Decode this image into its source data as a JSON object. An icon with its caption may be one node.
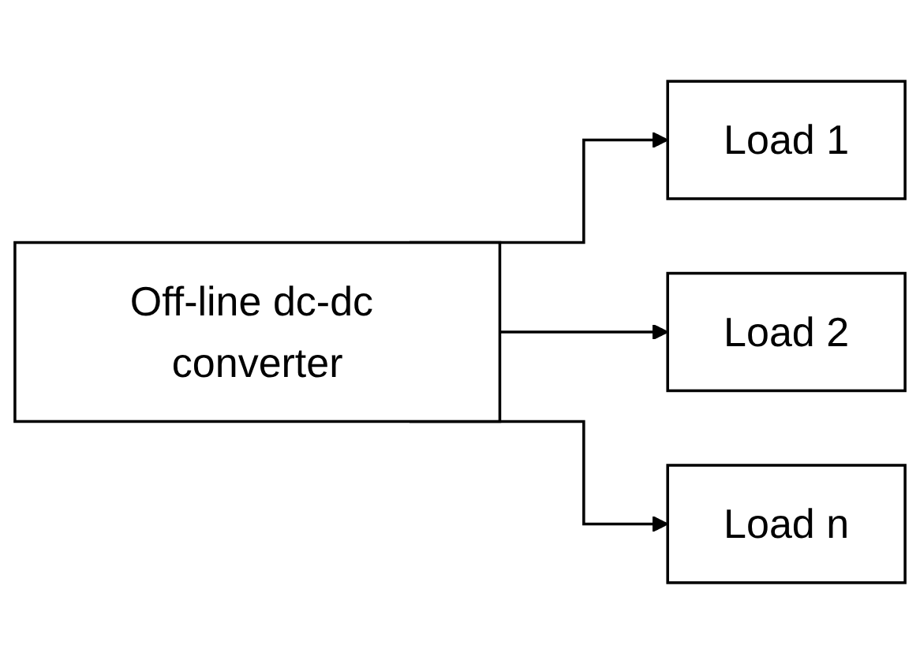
{
  "diagram": {
    "nodes": [
      {
        "text": [
          "Off-line dc-dc converter"
        ]
      },
      {
        "text": [
          "Load 1"
        ]
      },
      {
        "text": [
          "Load 2"
        ]
      },
      {
        "text": [
          "Load n"
        ]
      }
    ],
    "edges": [
      {
        "from": 0,
        "to": 1,
        "arrow": "to"
      },
      {
        "from": 0,
        "to": 2,
        "arrow": "to"
      },
      {
        "from": 0,
        "to": 3,
        "arrow": "to"
      }
    ]
  }
}
